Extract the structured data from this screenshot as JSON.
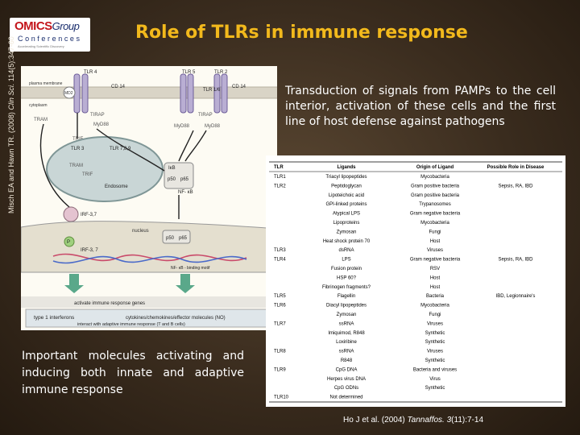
{
  "logo": {
    "brand_omics": "OMICS",
    "brand_group": "Group",
    "conferences": "Conferences",
    "tagline": "Accelerating Scientific Discovery"
  },
  "title": "Role of TLRs in immune response",
  "side_citation": {
    "authors": "Misch EA and Hawn TR. (2008) ",
    "journal": "Clin Sci.",
    "rest": " 114(5):347-60"
  },
  "diagram": {
    "tlr4": "TLR 4",
    "cd14_left": "CD 14",
    "md2": "MD2",
    "tlr5": "TLR 5",
    "tlr16": "TLR 1/6",
    "tlr2": "TLR 2",
    "cd14_right": "CD 14",
    "plasma_membrane": "plasma membrane",
    "cytoplasm": "cytoplasm",
    "tram_top": "TRAM",
    "tirap_left": "TIRAP",
    "myd88_left": "MyD88",
    "trif_top": "TRIF",
    "myd88_mid": "MyD88",
    "tirap_right": "TIRAP",
    "myd88_right": "MyD88",
    "tlr3": "TLR 3",
    "tlr789": "TLR 7,8,9",
    "tram_inner": "TRAM",
    "trif_inner": "TRIF",
    "endosome": "Endosome",
    "ikb": "IκB",
    "p50_top": "p50",
    "p65_top": "p65",
    "nfkb": "NF- κB",
    "irf37_top": "IRF-3,7",
    "nucleus": "nucleus",
    "p50_nuc": "p50",
    "p65_nuc": "p65",
    "irf37_nuc": "IRF-3, 7",
    "p_marker": "P",
    "nfkb_motif": "NF- κB - binding motif",
    "activate": "activate immune response genes",
    "type1": "type 1 interferons",
    "cytokines": "cytokines/chemokines/effector molecules (NO)",
    "interact": "interact with adaptive immune response (T and B cells)"
  },
  "transduction_text": "Transduction of signals from PAMPs to the cell interior, activation of these cells and the first line of host defense against pathogens",
  "important_text": "Important molecules activating and inducing both innate and adaptive immune response",
  "table": {
    "headers": [
      "TLR",
      "Ligands",
      "Origin of Ligand",
      "Possible Role in Disease"
    ],
    "rows": [
      [
        "TLR1",
        "Triacyl lipopeptides",
        "Mycobacteria",
        ""
      ],
      [
        "TLR2",
        "Peptidoglycan",
        "Gram positive bacteria",
        "Sepsis, RA, IBD"
      ],
      [
        "",
        "Lipoteichoic acid",
        "Gram positive bacteria",
        ""
      ],
      [
        "",
        "GPI-linked proteins",
        "Trypanosomes",
        ""
      ],
      [
        "",
        "Atypical LPS",
        "Gram negative bacteria",
        ""
      ],
      [
        "",
        "Lipoproteins",
        "Mycobacteria",
        ""
      ],
      [
        "",
        "Zymosan",
        "Fungi",
        ""
      ],
      [
        "",
        "Heat shock protein 70",
        "Host",
        ""
      ],
      [
        "TLR3",
        "dsRNA",
        "Viruses",
        ""
      ],
      [
        "TLR4",
        "LPS",
        "Gram negative bacteria",
        "Sepsis, RA, IBD"
      ],
      [
        "",
        "Fusion protein",
        "RSV",
        ""
      ],
      [
        "",
        "HSP 60?",
        "Host",
        ""
      ],
      [
        "",
        "Fibrinogen fragments?",
        "Host",
        ""
      ],
      [
        "TLR5",
        "Flagellin",
        "Bacteria",
        "IBD, Legionnaire's"
      ],
      [
        "TLR6",
        "Diacyl lipopeptides",
        "Mycobacteria",
        ""
      ],
      [
        "",
        "Zymosan",
        "Fungi",
        ""
      ],
      [
        "TLR7",
        "ssRNA",
        "Viruses",
        ""
      ],
      [
        "",
        "Imiquimod, R848",
        "Synthetic",
        ""
      ],
      [
        "",
        "Loxiribine",
        "Synthetic",
        ""
      ],
      [
        "TLR8",
        "ssRNA",
        "Viruses",
        ""
      ],
      [
        "",
        "R848",
        "Synthetic",
        ""
      ],
      [
        "TLR9",
        "CpG DNA",
        "Bacteria and viruses",
        ""
      ],
      [
        "",
        "Herpes virus DNA",
        "Virus",
        ""
      ],
      [
        "",
        "CpG ODNs",
        "Synthetic",
        ""
      ],
      [
        "TLR10",
        "Not determined",
        "",
        ""
      ]
    ]
  },
  "table_citation": {
    "authors": "Ho J et al. (2004) ",
    "journal": "Tannaffos.",
    "volume": " 3",
    "rest": "(11):7-14"
  }
}
